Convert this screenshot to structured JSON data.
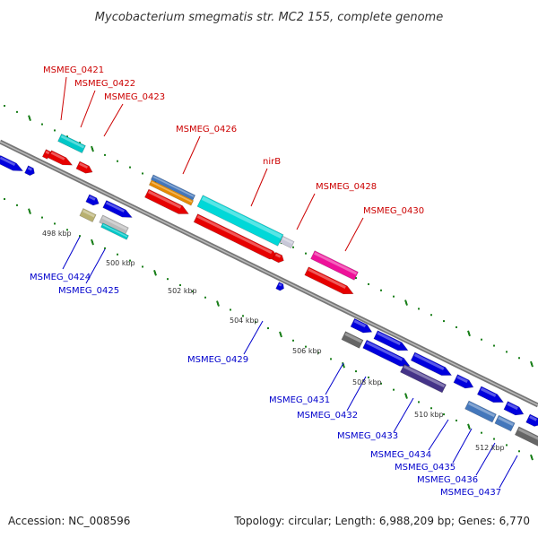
{
  "title": "Mycobacterium smegmatis str. MC2 155, complete genome",
  "footer": {
    "accession": "Accession: NC_008596",
    "topology": "Topology: circular; Length: 6,988,209 bp; Genes: 6,770"
  },
  "colors": {
    "backbone": "#8a8a8a",
    "tick": "#1a7f1a",
    "forward_label": "#cc0000",
    "reverse_label": "#0000cc"
  },
  "scale_labels": [
    "498 kbp",
    "500 kbp",
    "502 kbp",
    "504 kbp",
    "506 kbp",
    "508 kbp",
    "510 kbp",
    "512 kbp"
  ],
  "forward_genes": [
    {
      "label": "MSMEG_0421",
      "color": "#e60000"
    },
    {
      "label": "MSMEG_0422",
      "color": "#00c8c8"
    },
    {
      "label": "MSMEG_0423",
      "color": "#e60000"
    },
    {
      "label": "MSMEG_0426",
      "color": "#e68a00"
    },
    {
      "label": "nirB",
      "color": "#00d8d8"
    },
    {
      "label": "MSMEG_0428",
      "color": "#c8c8d8"
    },
    {
      "label": "MSMEG_0430",
      "color": "#ee1199"
    }
  ],
  "reverse_genes": [
    {
      "label": "MSMEG_0424",
      "color": "#b8b070"
    },
    {
      "label": "MSMEG_0425",
      "color": "#bbbbbb"
    },
    {
      "label": "MSMEG_0429",
      "color": "#0000dd"
    },
    {
      "label": "MSMEG_0431",
      "color": "#666666"
    },
    {
      "label": "MSMEG_0432",
      "color": "#0000dd"
    },
    {
      "label": "MSMEG_0433",
      "color": "#443388"
    },
    {
      "label": "MSMEG_0434",
      "color": "#0000dd"
    },
    {
      "label": "MSMEG_0435",
      "color": "#0000dd"
    },
    {
      "label": "MSMEG_0436",
      "color": "#4477bb"
    },
    {
      "label": "MSMEG_0437",
      "color": "#0000dd"
    }
  ]
}
